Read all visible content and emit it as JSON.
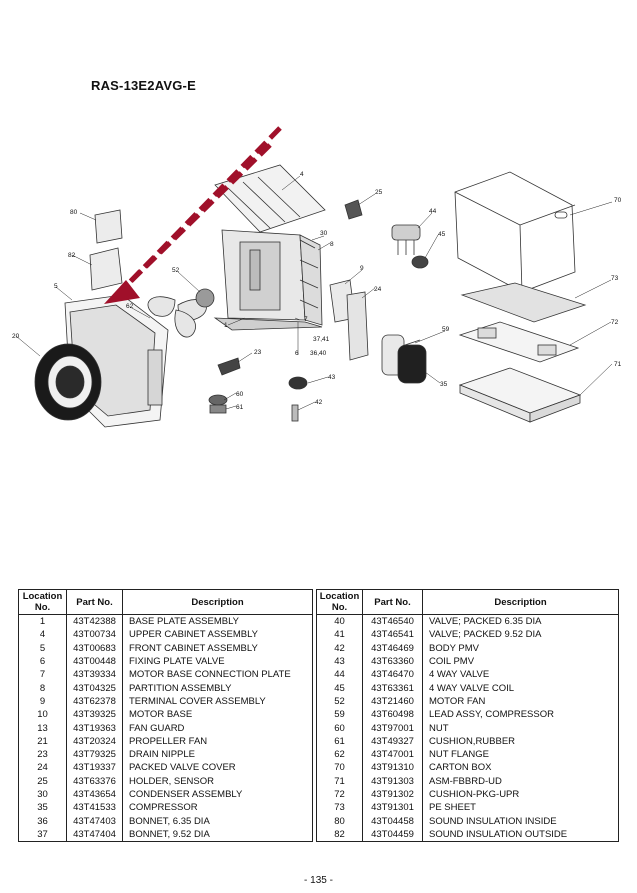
{
  "model_title": "RAS-13E2AVG-E",
  "diagram": {
    "callouts": [
      "4",
      "25",
      "44",
      "70",
      "80",
      "30",
      "8",
      "45",
      "82",
      "52",
      "9",
      "24",
      "5",
      "62",
      "73",
      "72",
      "20",
      "7",
      "37,41",
      "1",
      "59",
      "6",
      "36,40",
      "23",
      "71",
      "43",
      "35",
      "60",
      "61",
      "42"
    ]
  },
  "table_headers": {
    "location": "Location No.",
    "part": "Part No.",
    "description": "Description"
  },
  "table_left": [
    {
      "loc": "1",
      "part": "43T42388",
      "desc": "BASE PLATE ASSEMBLY"
    },
    {
      "loc": "4",
      "part": "43T00734",
      "desc": "UPPER CABINET ASSEMBLY"
    },
    {
      "loc": "5",
      "part": "43T00683",
      "desc": "FRONT CABINET ASSEMBLY"
    },
    {
      "loc": "6",
      "part": "43T00448",
      "desc": "FIXING PLATE VALVE"
    },
    {
      "loc": "7",
      "part": "43T39334",
      "desc": "MOTOR BASE CONNECTION PLATE"
    },
    {
      "loc": "8",
      "part": "43T04325",
      "desc": "PARTITION ASSEMBLY"
    },
    {
      "loc": "9",
      "part": "43T62378",
      "desc": "TERMINAL COVER ASSEMBLY"
    },
    {
      "loc": "10",
      "part": "43T39325",
      "desc": "MOTOR BASE"
    },
    {
      "loc": "13",
      "part": "43T19363",
      "desc": "FAN GUARD"
    },
    {
      "loc": "21",
      "part": "43T20324",
      "desc": "PROPELLER FAN"
    },
    {
      "loc": "23",
      "part": "43T79325",
      "desc": "DRAIN NIPPLE"
    },
    {
      "loc": "24",
      "part": "43T19337",
      "desc": "PACKED VALVE COVER"
    },
    {
      "loc": "25",
      "part": "43T63376",
      "desc": "HOLDER, SENSOR"
    },
    {
      "loc": "30",
      "part": "43T43654",
      "desc": "CONDENSER ASSEMBLY"
    },
    {
      "loc": "35",
      "part": "43T41533",
      "desc": "COMPRESSOR"
    },
    {
      "loc": "36",
      "part": "43T47403",
      "desc": "BONNET, 6.35 DIA"
    },
    {
      "loc": "37",
      "part": "43T47404",
      "desc": "BONNET, 9.52 DIA"
    }
  ],
  "table_right": [
    {
      "loc": "40",
      "part": "43T46540",
      "desc": "VALVE; PACKED 6.35 DIA"
    },
    {
      "loc": "41",
      "part": "43T46541",
      "desc": "VALVE; PACKED 9.52 DIA"
    },
    {
      "loc": "42",
      "part": "43T46469",
      "desc": "BODY PMV"
    },
    {
      "loc": "43",
      "part": "43T63360",
      "desc": "COIL PMV"
    },
    {
      "loc": "44",
      "part": "43T46470",
      "desc": "4 WAY VALVE"
    },
    {
      "loc": "45",
      "part": "43T63361",
      "desc": "4 WAY VALVE COIL"
    },
    {
      "loc": "52",
      "part": "43T21460",
      "desc": "MOTOR FAN"
    },
    {
      "loc": "59",
      "part": "43T60498",
      "desc": "LEAD ASSY, COMPRESSOR"
    },
    {
      "loc": "60",
      "part": "43T97001",
      "desc": "NUT"
    },
    {
      "loc": "61",
      "part": "43T49327",
      "desc": "CUSHION,RUBBER"
    },
    {
      "loc": "62",
      "part": "43T47001",
      "desc": "NUT FLANGE"
    },
    {
      "loc": "70",
      "part": "43T91310",
      "desc": "CARTON BOX"
    },
    {
      "loc": "71",
      "part": "43T91303",
      "desc": "ASM-FBBRD-UD"
    },
    {
      "loc": "72",
      "part": "43T91302",
      "desc": "CUSHION-PKG-UPR"
    },
    {
      "loc": "73",
      "part": "43T91301",
      "desc": "PE SHEET"
    },
    {
      "loc": "80",
      "part": "43T04458",
      "desc": "SOUND INSULATION INSIDE"
    },
    {
      "loc": "82",
      "part": "43T04459",
      "desc": "SOUND INSULATION OUTSIDE"
    }
  ],
  "page_number": "- 135 -"
}
